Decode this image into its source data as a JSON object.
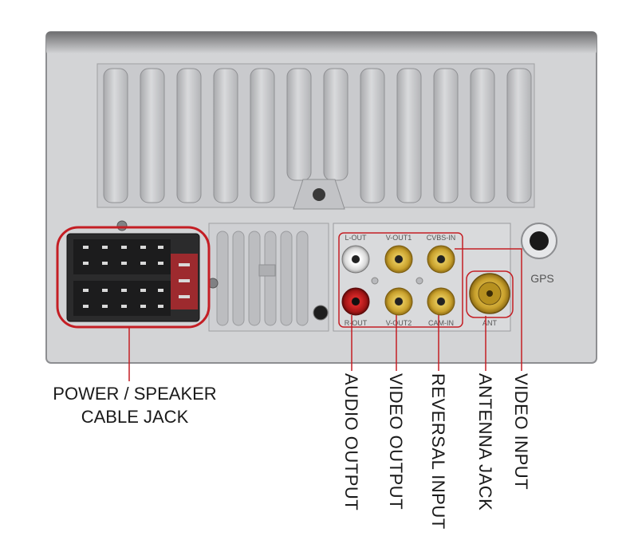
{
  "callouts": {
    "power_speaker_line1": "POWER / SPEAKER",
    "power_speaker_line2": "CABLE JACK",
    "audio_output": "AUDIO OUTPUT",
    "video_output": "VIDEO OUTPUT",
    "reversal_input": "REVERSAL INPUT",
    "antenna_jack": "ANTENNA JACK",
    "video_input": "VIDEO INPUT"
  },
  "panel_markings": {
    "gps": "GPS",
    "ant": "ANT",
    "r_out": "R-OUT",
    "l_out": "L-OUT",
    "v_out1": "V-OUT1",
    "v_out2": "V-OUT2",
    "cam_in": "CAM-IN",
    "cvbs_in": "CVBS-IN"
  },
  "colors": {
    "highlight": "#c41e24",
    "chassis": "#d4d5d7",
    "rca_gold": "#d8b23a",
    "rca_white": "#f2f2f2",
    "rca_red": "#b01818"
  }
}
